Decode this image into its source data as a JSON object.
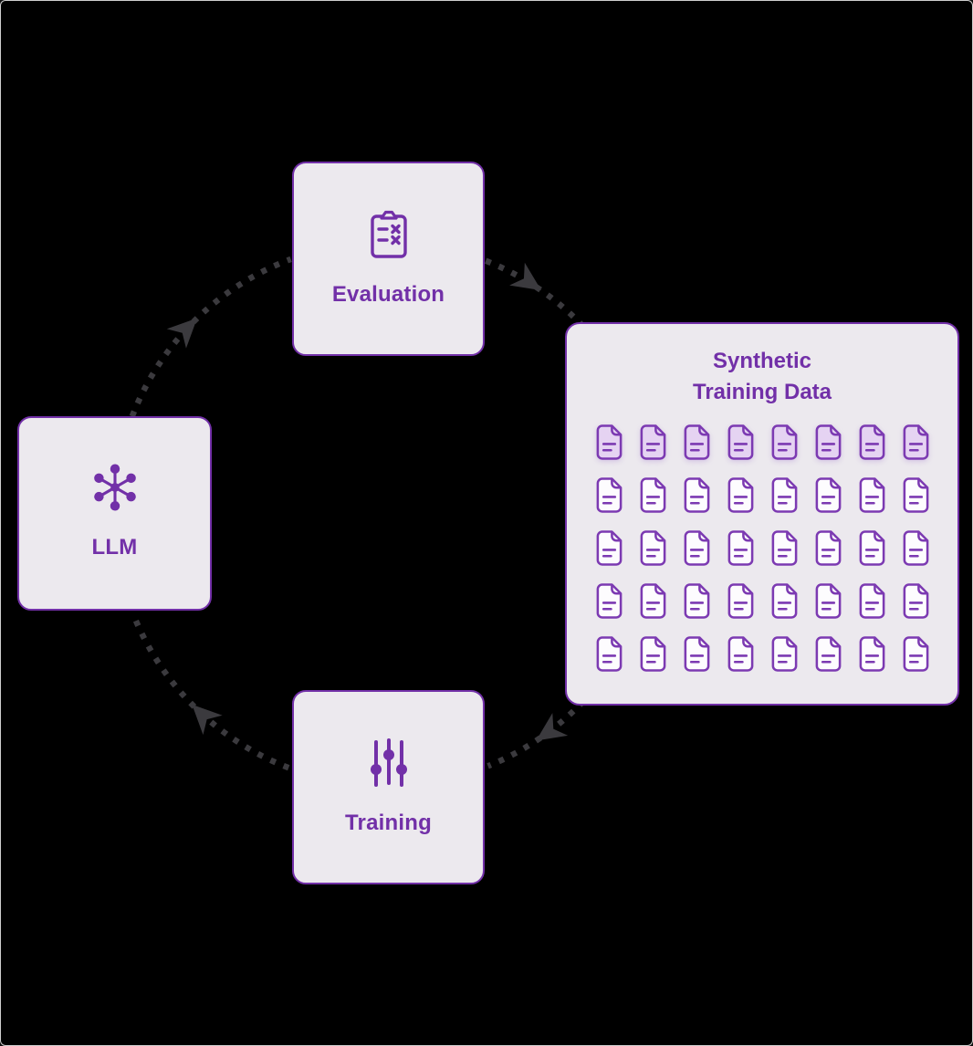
{
  "canvas": {
    "background": "#000000",
    "frame_border_color": "#cfcfcf"
  },
  "colors": {
    "purple": "#7230a8",
    "box_fill": "#ece9ee",
    "doc_stroke": "#7c3ab2",
    "doc_fill_highlight": "#e5d3f2",
    "doc_fill_plain": "#fdfcfe",
    "arrow_gray": "#3b3a3e"
  },
  "nodes": {
    "evaluation": {
      "label": "Evaluation",
      "icon": "clipboard-checklist-icon"
    },
    "llm": {
      "label": "LLM",
      "icon": "hub-network-icon"
    },
    "training": {
      "label": "Training",
      "icon": "sliders-icon"
    },
    "synthetic_training_data": {
      "title_line1": "Synthetic",
      "title_line2": "Training Data",
      "documents_grid": {
        "rows": 5,
        "columns": 8,
        "highlighted_rows": 1,
        "total_documents": 40,
        "icon": "document-icon"
      }
    }
  },
  "flow": {
    "direction": "clockwise",
    "style": "dotted-arc-arrows",
    "cycle": [
      "LLM",
      "Evaluation",
      "Synthetic Training Data",
      "Training",
      "LLM"
    ]
  }
}
